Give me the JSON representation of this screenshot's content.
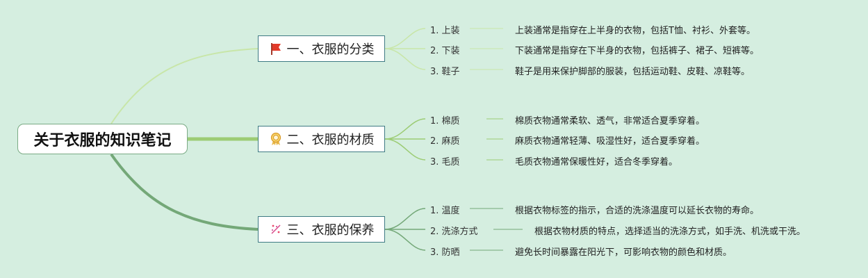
{
  "root": {
    "title": "关于衣服的知识笔记"
  },
  "branches": [
    {
      "label": "一、衣服的分类",
      "icon": "red-flag-icon",
      "color": "#c8e6a8",
      "items": [
        {
          "num": "1. 上装",
          "desc": "上装通常是指穿在上半身的衣物，包括T恤、衬衫、外套等。"
        },
        {
          "num": "2. 下装",
          "desc": "下装通常是指穿在下半身的衣物，包括裤子、裙子、短裤等。"
        },
        {
          "num": "3. 鞋子",
          "desc": "鞋子是用来保护脚部的服装，包括运动鞋、皮鞋、凉鞋等。"
        }
      ]
    },
    {
      "label": "二、衣服的材质",
      "icon": "award-medal-icon",
      "color": "#9ccc74",
      "items": [
        {
          "num": "1. 棉质",
          "desc": "棉质衣物通常柔软、透气，非常适合夏季穿着。"
        },
        {
          "num": "2. 麻质",
          "desc": "麻质衣物通常轻薄、吸湿性好，适合夏季穿着。"
        },
        {
          "num": "3. 毛质",
          "desc": "毛质衣物通常保暖性好，适合冬季穿着。"
        }
      ]
    },
    {
      "label": "三、衣服的保养",
      "icon": "sparkle-icon",
      "color": "#74a878",
      "items": [
        {
          "num": "1. 温度",
          "desc": "根据衣物标签的指示，合适的洗涤温度可以延长衣物的寿命。"
        },
        {
          "num": "2. 洗涤方式",
          "desc": "根据衣物材质的特点，选择适当的洗涤方式，如手洗、机洗或干洗。"
        },
        {
          "num": "3. 防晒",
          "desc": "避免长时间暴露在阳光下，可影响衣物的颜色和材质。"
        }
      ]
    }
  ]
}
